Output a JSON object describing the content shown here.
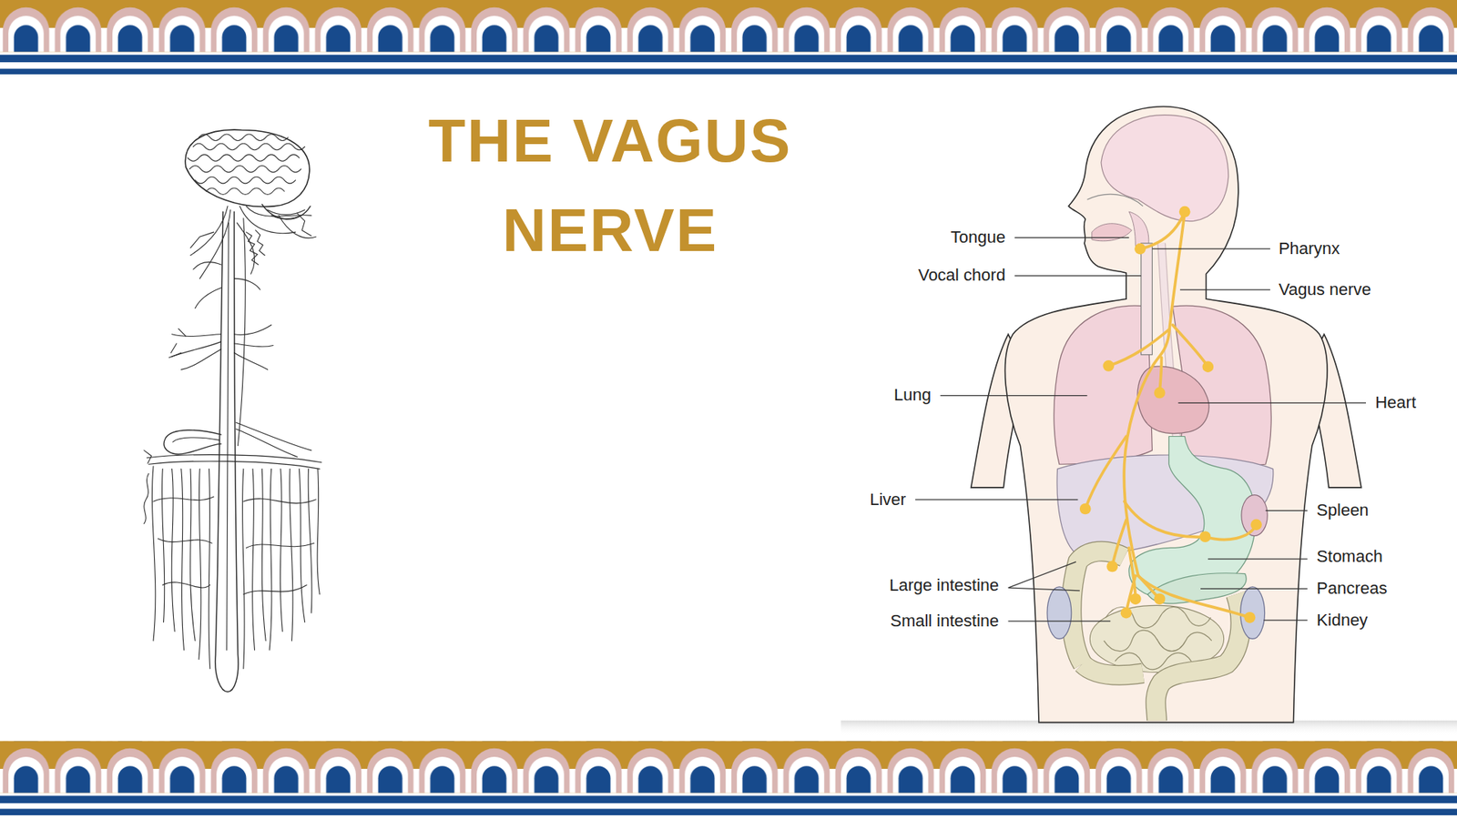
{
  "diagram": {
    "title": "THE VAGUS NERVE",
    "labels": [
      "Tongue",
      "Vocal chord",
      "Lung",
      "Liver",
      "Large intestine",
      "Small intestine",
      "Pharynx",
      "Vagus nerve",
      "Heart",
      "Spleen",
      "Stomach",
      "Pancreas",
      "Kidney"
    ]
  }
}
